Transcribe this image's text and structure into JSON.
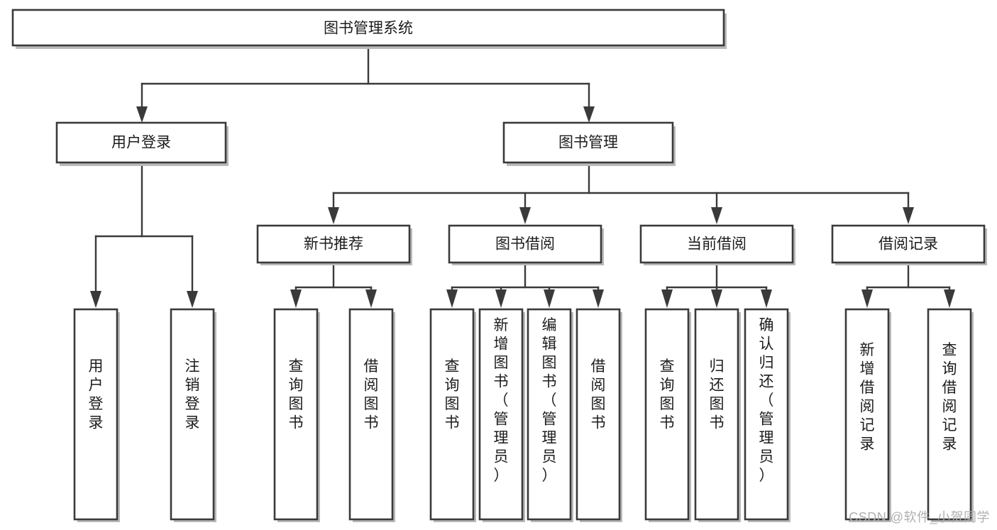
{
  "diagram": {
    "type": "tree",
    "title": "图书管理系统",
    "watermark": "CSDN @软件_小贺同学",
    "colors": {
      "box_fill": "#ffffff",
      "box_stroke": "#3a3a3a",
      "shadow": "#b9b9b9",
      "text": "#1c1c1c",
      "watermark": "#b0b0b0",
      "background": "#ffffff"
    },
    "root": {
      "label": "图书管理系统",
      "orientation": "horizontal"
    },
    "level2": [
      {
        "label": "用户登录",
        "orientation": "horizontal"
      },
      {
        "label": "图书管理",
        "orientation": "horizontal"
      }
    ],
    "level3": [
      {
        "label": "新书推荐",
        "orientation": "horizontal",
        "parent": "图书管理"
      },
      {
        "label": "图书借阅",
        "orientation": "horizontal",
        "parent": "图书管理"
      },
      {
        "label": "当前借阅",
        "orientation": "horizontal",
        "parent": "图书管理"
      },
      {
        "label": "借阅记录",
        "orientation": "horizontal",
        "parent": "图书管理"
      }
    ],
    "leaves": [
      {
        "label": "用户登录",
        "orientation": "vertical",
        "parent": "用户登录"
      },
      {
        "label": "注销登录",
        "orientation": "vertical",
        "parent": "用户登录"
      },
      {
        "label": "查询图书",
        "orientation": "vertical",
        "parent": "新书推荐"
      },
      {
        "label": "借阅图书",
        "orientation": "vertical",
        "parent": "新书推荐"
      },
      {
        "label": "查询图书",
        "orientation": "vertical",
        "parent": "图书借阅"
      },
      {
        "label": "新增图书（管理员）",
        "orientation": "vertical",
        "parent": "图书借阅"
      },
      {
        "label": "编辑图书（管理员）",
        "orientation": "vertical",
        "parent": "图书借阅"
      },
      {
        "label": "借阅图书",
        "orientation": "vertical",
        "parent": "图书借阅"
      },
      {
        "label": "查询图书",
        "orientation": "vertical",
        "parent": "当前借阅"
      },
      {
        "label": "归还图书",
        "orientation": "vertical",
        "parent": "当前借阅"
      },
      {
        "label": "确认归还（管理员）",
        "orientation": "vertical",
        "parent": "当前借阅"
      },
      {
        "label": "新增借阅记录",
        "orientation": "vertical",
        "parent": "借阅记录"
      },
      {
        "label": "查询借阅记录",
        "orientation": "vertical",
        "parent": "借阅记录"
      }
    ]
  }
}
